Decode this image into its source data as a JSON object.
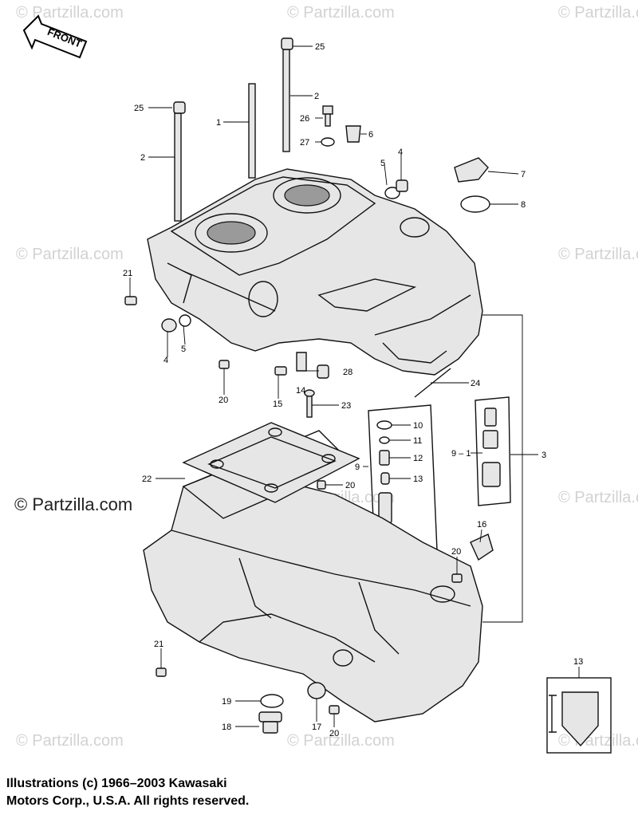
{
  "watermark": {
    "text": "© Partzilla.com",
    "main_text": "© Partzilla.com"
  },
  "front_arrow": {
    "label": "FRONT"
  },
  "callouts": {
    "p25a": "25",
    "p25b": "25",
    "p2a": "2",
    "p2b": "2",
    "p1": "1",
    "p26": "26",
    "p27": "27",
    "p6": "6",
    "p5a": "5",
    "p4a": "4",
    "p7": "7",
    "p8": "8",
    "p21a": "21",
    "p4b": "4",
    "p5b": "5",
    "p20a": "20",
    "p15": "15",
    "p14": "14",
    "p28": "28",
    "p24": "24",
    "p23": "23",
    "p10": "10",
    "p11": "11",
    "p12": "12",
    "p9": "9",
    "p13a": "13",
    "p20b": "20",
    "p9_1": "9 – 1",
    "p3": "3",
    "p22": "22",
    "p16": "16",
    "p20c": "20",
    "p21b": "21",
    "p19": "19",
    "p18": "18",
    "p17": "17",
    "p20d": "20",
    "p13b": "13"
  },
  "copyright": {
    "line1": "Illustrations (c) 1966–2003 Kawasaki",
    "line2": "Motors Corp., U.S.A.  All rights reserved."
  }
}
